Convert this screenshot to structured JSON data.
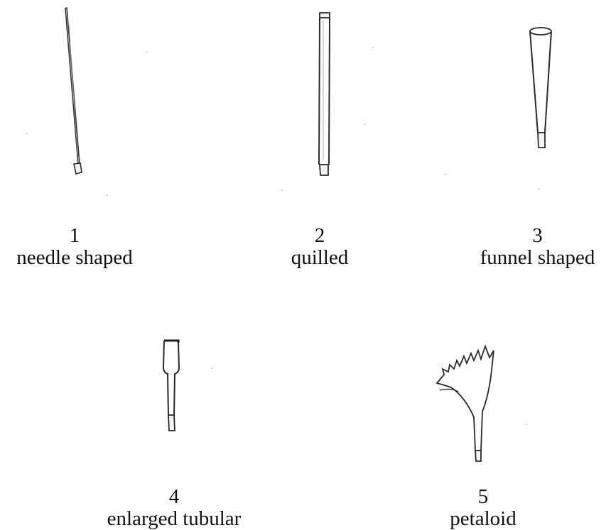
{
  "figures": [
    {
      "number": "1",
      "name": "needle shaped"
    },
    {
      "number": "2",
      "name": "quilled"
    },
    {
      "number": "3",
      "name": "funnel shaped"
    },
    {
      "number": "4",
      "name": "enlarged tubular"
    },
    {
      "number": "5",
      "name": "petaloid"
    }
  ],
  "colors": {
    "stroke": "#2a2a2a",
    "background": "#ffffff"
  }
}
